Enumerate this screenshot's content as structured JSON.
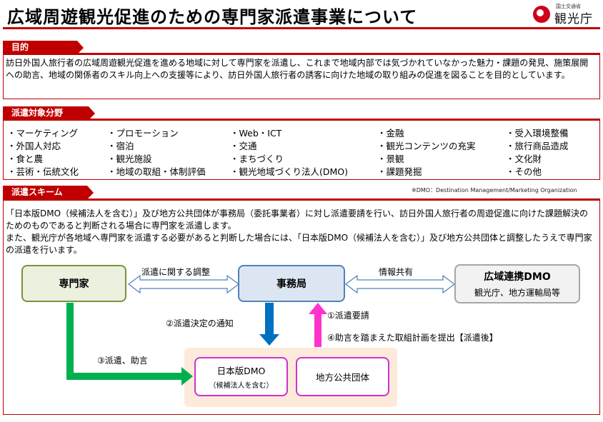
{
  "header": {
    "title": "広域周遊観光促進のための専門家派遣事業について",
    "logo_sub": "国土交通省",
    "logo_main": "観光庁"
  },
  "sections": {
    "purpose_label": "目的",
    "fields_label": "派遣対象分野",
    "scheme_label": "派遣スキーム"
  },
  "purpose": {
    "text": "訪日外国人旅行者の広域周遊観光促進を進める地域に対して専門家を派遣し、これまで地域内部では気づかれていなかった魅力・課題の発見、施策展開への助言、地域の関係者のスキル向上への支援等により、訪日外国人旅行者の誘客に向けた地域の取り組みの促進を図ることを目的としています。"
  },
  "fields": {
    "columns": [
      [
        "・マーケティング",
        "・外国人対応",
        "・食と農",
        "・芸術・伝統文化"
      ],
      [
        "・プロモーション",
        "・宿泊",
        "・観光施設",
        "・地域の取組・体制評価"
      ],
      [
        "・Web・ICT",
        "・交通",
        "・まちづくり",
        "・観光地域づくり法人(DMO)"
      ],
      [
        "・金融",
        "・観光コンテンツの充実",
        "・景観",
        "・課題発掘"
      ],
      [
        "・受入環境整備",
        "・旅行商品造成",
        "・文化財",
        "・その他"
      ]
    ]
  },
  "scheme": {
    "note": "※DMO：Destination Management/Marketing Organization",
    "text1": "「日本版DMO（候補法人を含む）」及び地方公共団体が事務局（委託事業者）に対し派遣要請を行い、訪日外国人旅行者の周遊促進に向けた課題解決のためのものであると判断される場合に専門家を派遣します。",
    "text2": "また、観光庁が各地域へ専門家を派遣する必要があると判断した場合には、「日本版DMO（候補法人を含む）」及び地方公共団体と調整したうえで専門家の派遣を行います。"
  },
  "diagram": {
    "expert": "専門家",
    "office": "事務局",
    "wide_dmo": "広域連携DMO",
    "wide_dmo_sub": "観光庁、地方運輸局等",
    "jdmo": "日本版DMO",
    "jdmo_sub": "（候補法人を含む）",
    "local_gov": "地方公共団体",
    "label_coordination": "派遣に関する調整",
    "label_info_share": "情報共有",
    "label_decision": "②派遣決定の通知",
    "label_request": "①派遣要請",
    "label_plan": "④助言を踏まえた取組計画を提出【派遣後】",
    "label_dispatch": "③派遣、助言"
  },
  "colors": {
    "accent_red": "#c00000",
    "green_arrow": "#00b050",
    "blue_arrow": "#0070c0",
    "pink_arrow": "#ff33cc"
  }
}
